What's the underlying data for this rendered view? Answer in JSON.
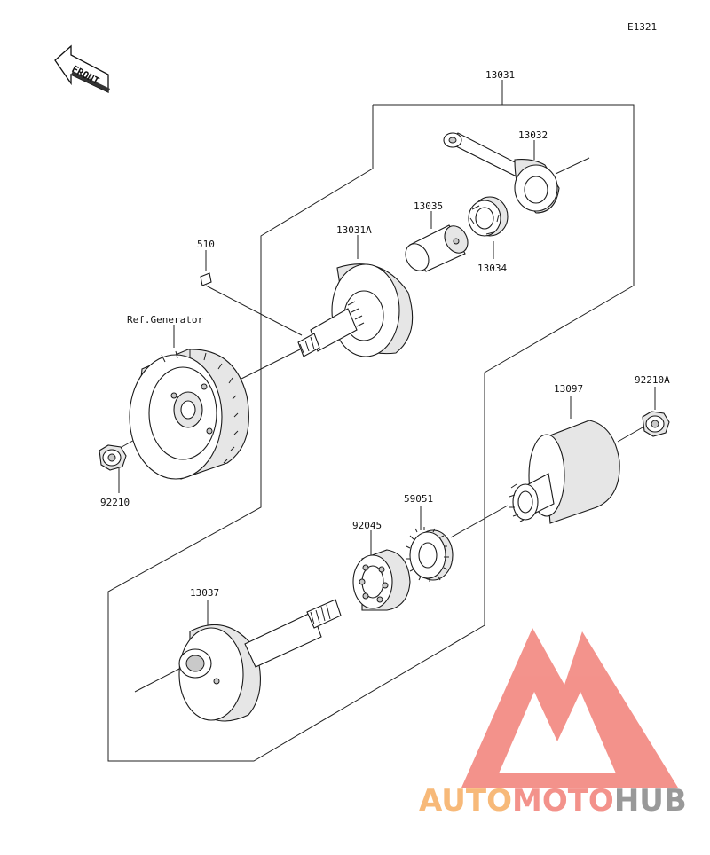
{
  "diagram_code": "E1321",
  "front_label": "FRONT",
  "labels": {
    "p13031": "13031",
    "p13032": "13032",
    "p13035": "13035",
    "p13034": "13034",
    "p13031A": "13031A",
    "p510": "510",
    "ref_generator": "Ref.Generator",
    "p92210": "92210",
    "p92210A": "92210A",
    "p13097": "13097",
    "p59051": "59051",
    "p92045": "92045",
    "p13037": "13037"
  },
  "watermark": {
    "part1": "AUTO",
    "part2": "MOTO",
    "part3": "HUB",
    "color_orange": "#f7b26b",
    "color_red": "#f2877f",
    "color_gray": "#8f8f8f"
  }
}
